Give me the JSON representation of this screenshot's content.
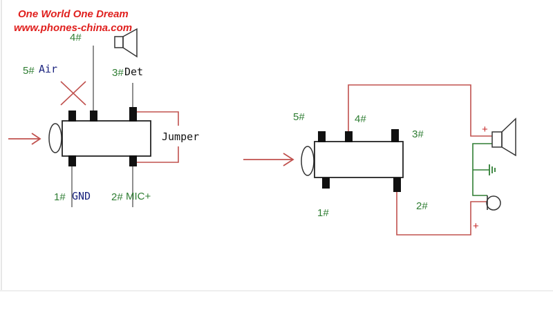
{
  "banner": {
    "line1": "One World One Dream",
    "line2": "www.phones-china.com"
  },
  "left_diagram": {
    "pin_top_center": "4#",
    "pin_top_left": "5#",
    "air_label": "Air",
    "pin_top_right": "3#",
    "det_label": "Det",
    "jumper_label": "Jumper",
    "pin_bottom_left": "1#",
    "gnd_label": "GND",
    "pin_bottom_right": "2#",
    "mic_label": "MIC+"
  },
  "right_diagram": {
    "pin5": "5#",
    "pin4": "4#",
    "pin3": "3#",
    "pin1": "1#",
    "pin2": "2#",
    "plus_top": "+",
    "plus_bottom": "+"
  },
  "colors": {
    "wire_red": "#c0504d",
    "arrow_red": "#c0504d",
    "ground_green": "#2e7d32",
    "line_gray": "#444444",
    "pin_black": "#111111",
    "banner_red": "#e0201e"
  }
}
